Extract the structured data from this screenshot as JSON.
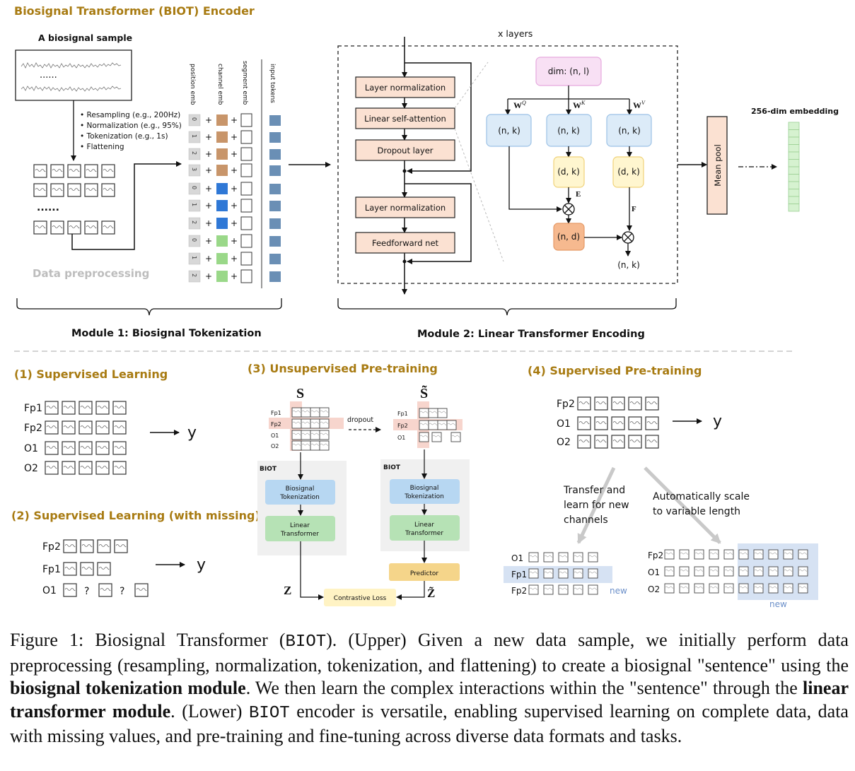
{
  "module1": {
    "header": "Biosignal Transformer (BIOT) Encoder",
    "sample_label": "A biosignal sample",
    "dots": "......",
    "steps": [
      "• Resampling (e.g., 200Hz)",
      "• Normalization (e.g., 95%)",
      "• Tokenization (e.g., 1s)",
      "• Flattening"
    ],
    "preprocessing_label": "Data preprocessing",
    "col_labels": [
      "position emb",
      "channel emb",
      "segment emb",
      "input tokens"
    ],
    "positions": [
      "0",
      "1",
      "2",
      "3",
      "0",
      "1",
      "2",
      "0",
      "1",
      "2"
    ],
    "plus": "+",
    "title": "Module 1: Biosignal Tokenization"
  },
  "module2": {
    "layers_label": "x layers",
    "blocks": [
      "Layer normalization",
      "Linear self-attention",
      "Dropout layer",
      "Layer normalization",
      "Feedforward net"
    ],
    "dim": "dim: (n, l)",
    "weights": [
      "W",
      "W",
      "W"
    ],
    "weight_sup": [
      "Q",
      "K",
      "V"
    ],
    "nk": "(n, k)",
    "dk": "(d, k)",
    "E": "E",
    "F": "F",
    "nd": "(n, d)",
    "out": "(n, k)",
    "mean_pool": "Mean pool",
    "embedding_label": "256-dim embedding",
    "title": "Module 2: Linear Transformer Encoding"
  },
  "sec1": {
    "title": "(1) Supervised Learning",
    "channels": [
      "Fp1",
      "Fp2",
      "O1",
      "O2"
    ],
    "y": "y"
  },
  "sec2": {
    "title": "(2) Supervised Learning (with missing)",
    "channels": [
      "Fp2",
      "Fp1",
      "O1"
    ],
    "q": "?",
    "y": "y"
  },
  "sec3": {
    "title": "(3) Unsupervised Pre-training",
    "S": "S",
    "S_tilde": "S̃",
    "channels_left": [
      "Fp1",
      "Fp2",
      "O1",
      "O2"
    ],
    "channels_right": [
      "Fp1",
      "Fp2",
      "O1"
    ],
    "dropout": "dropout",
    "biot": "BIOT",
    "tokenization": [
      "Biosignal",
      "Tokenization"
    ],
    "linear": [
      "Linear",
      "Transformer"
    ],
    "predictor": "Predictor",
    "Z": "Z",
    "Z_tilde": "Z̃",
    "loss": "Contrastive Loss"
  },
  "sec4": {
    "title": "(4) Supervised Pre-training",
    "channels": [
      "Fp2",
      "O1",
      "O2"
    ],
    "y": "y",
    "transfer": [
      "Transfer and",
      "learn for new",
      "channels"
    ],
    "scale": [
      "Automatically scale",
      "to variable length"
    ],
    "left_channels": [
      "O1",
      "Fp1",
      "Fp2"
    ],
    "right_channels": [
      "Fp2",
      "O1",
      "O2"
    ],
    "new": "new"
  },
  "caption": {
    "p1": "Figure 1: Biosignal Transformer (",
    "biot1": "BIOT",
    "p2": "). (Upper) Given a new data sample, we initially perform data preprocessing (resampling, normalization, tokenization, and flattening) to create a biosignal \"sentence\" using the ",
    "b1": "biosignal tokenization module",
    "p3": ". We then learn the complex interactions within the \"sentence\" through the ",
    "b2": "linear transformer module",
    "p4": ". (Lower) ",
    "biot2": "BIOT",
    "p5": " encoder is versatile, enabling supervised learning on complete data, data with missing values, and pre-training and fine-tuning across diverse data formats and tasks."
  },
  "colors": {
    "gold": "#a87b12",
    "block_fill": "#fbe1d2",
    "channel_brown": "#c8956a",
    "channel_blue": "#2f78d6",
    "channel_green": "#9ad889",
    "token": "#6a8fb5",
    "blue_box": "#dcebf8",
    "yellow_box": "#fff6cf",
    "orange_box": "#f6b98f",
    "pink_box": "#f8e0f4",
    "highlight": "#f7d5cd",
    "new_highlight": "#d6e2f3"
  }
}
